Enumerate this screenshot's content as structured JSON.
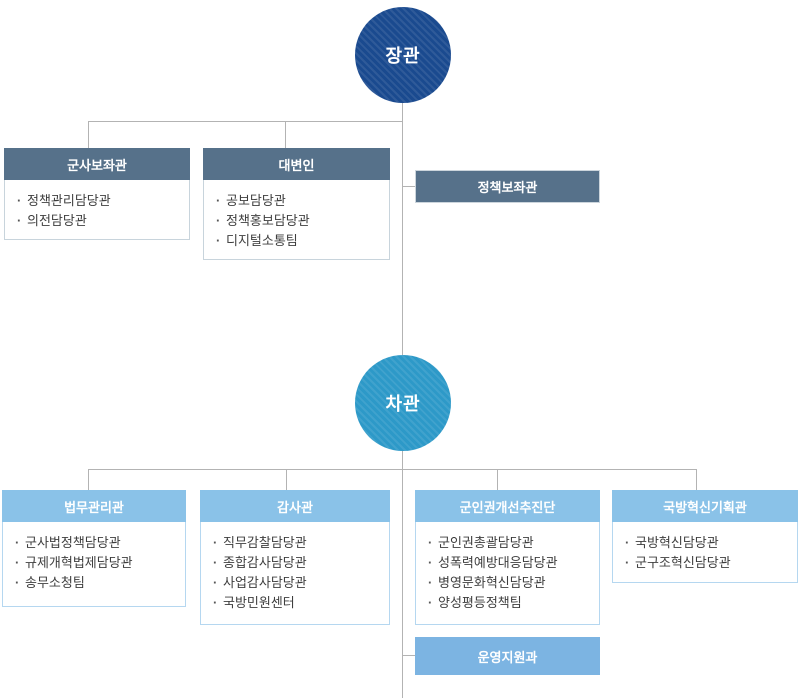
{
  "org": {
    "minister": {
      "label": "장관"
    },
    "vice_minister": {
      "label": "차관"
    },
    "minister_row": [
      {
        "name": "군사보좌관",
        "items": [
          "정책관리담당관",
          "의전담당관"
        ]
      },
      {
        "name": "대변인",
        "items": [
          "공보담당관",
          "정책홍보담당관",
          "디지털소통팀"
        ]
      },
      {
        "name": "정책보좌관",
        "items": []
      }
    ],
    "vice_row": [
      {
        "name": "법무관리관",
        "items": [
          "군사법정책담당관",
          "규제개혁법제담당관",
          "송무소청팀"
        ]
      },
      {
        "name": "감사관",
        "items": [
          "직무감찰담당관",
          "종합감사담당관",
          "사업감사담당관",
          "국방민원센터"
        ]
      },
      {
        "name": "군인권개선추진단",
        "items": [
          "군인권총괄담당관",
          "성폭력예방대응담당관",
          "병영문화혁신담당관",
          "양성평등정책팀"
        ]
      },
      {
        "name": "국방혁신기획관",
        "items": [
          "국방혁신담당관",
          "군구조혁신담당관"
        ]
      }
    ],
    "support": {
      "label": "운영지원과"
    }
  },
  "colors": {
    "minister_circle": "#1a4a8f",
    "vice_circle": "#2d99c8",
    "slate_header": "#56718a",
    "blue_header": "#8ac2e8",
    "support_box": "#7cb4e2",
    "connector": "#b3b3b3"
  }
}
